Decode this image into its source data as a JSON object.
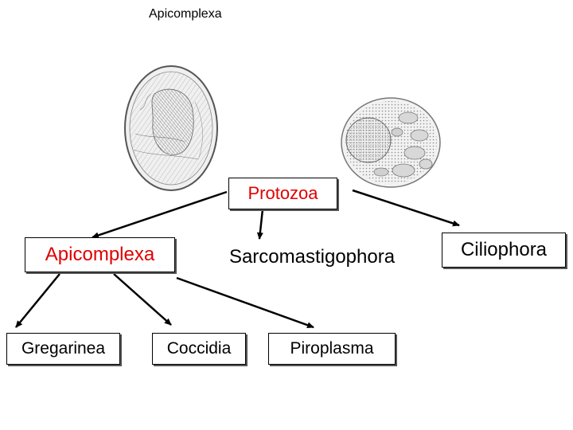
{
  "page_title": "Apicomplexa",
  "diagram": {
    "root": "Protozoa",
    "level1": {
      "apicomplexa": "Apicomplexa",
      "sarcomastigophora": "Sarcomastigophora",
      "ciliophora": "Ciliophora"
    },
    "level2": {
      "gregarinea": "Gregarinea",
      "coccidia": "Coccidia",
      "piroplasma": "Piroplasma"
    }
  },
  "colors": {
    "highlight_text": "#e00000",
    "default_text": "#000000",
    "arrow": "#000000"
  },
  "illustrations": [
    "oocyst-illustration",
    "cyst-illustration"
  ]
}
